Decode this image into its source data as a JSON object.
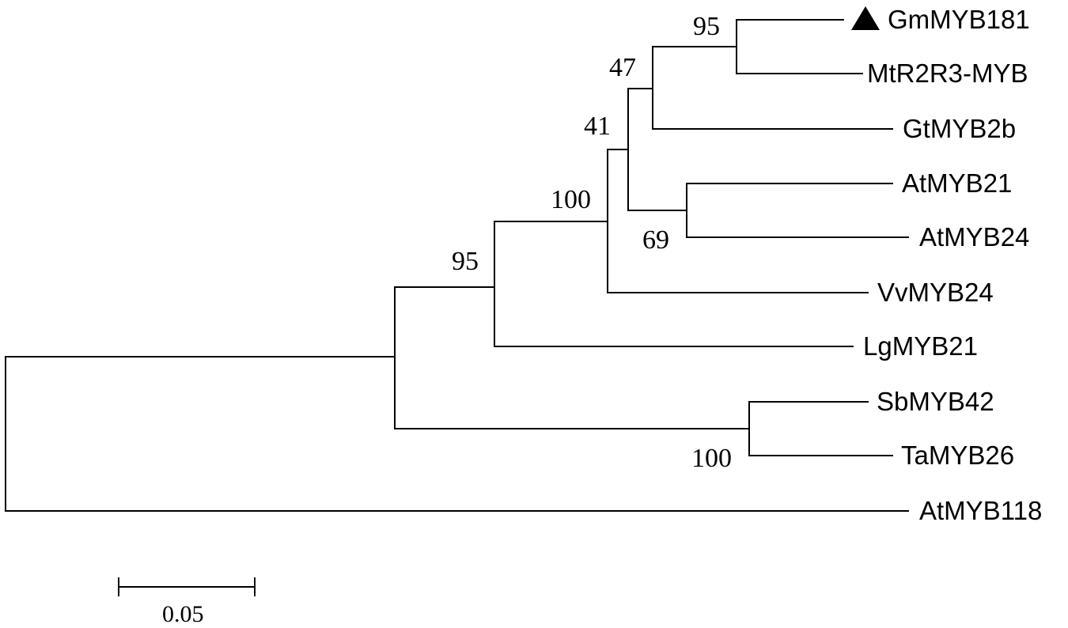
{
  "tree": {
    "taxa": [
      {
        "id": "GmMYB181",
        "label": "GmMYB181",
        "marker": "triangle-icon"
      },
      {
        "id": "MtR2R3",
        "label": "MtR2R3-MYB"
      },
      {
        "id": "GtMYB2b",
        "label": "GtMYB2b"
      },
      {
        "id": "AtMYB21",
        "label": "AtMYB21"
      },
      {
        "id": "AtMYB24",
        "label": "AtMYB24"
      },
      {
        "id": "VvMYB24",
        "label": "VvMYB24"
      },
      {
        "id": "LgMYB21",
        "label": "LgMYB21"
      },
      {
        "id": "SbMYB42",
        "label": "SbMYB42"
      },
      {
        "id": "TaMYB26",
        "label": "TaMYB26"
      },
      {
        "id": "AtMYB118",
        "label": "AtMYB118"
      }
    ],
    "bootstrap": {
      "gm_mt": "95",
      "gm_gt": "47",
      "main_inner": "41",
      "at21_at24": "69",
      "with_vv": "100",
      "with_lg": "95",
      "sb_ta": "100"
    },
    "scale_bar": {
      "value": 0.05,
      "label": "0.05"
    }
  }
}
